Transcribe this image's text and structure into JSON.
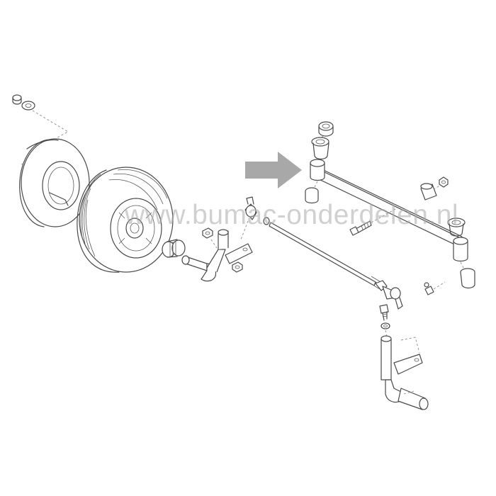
{
  "watermark": "www.bumac-onderdelen.nl",
  "colors": {
    "background": "#ffffff",
    "line": "#4a4a4a",
    "arrow": "#a8a8a8",
    "watermark": "#aaaaaa"
  },
  "callout": {
    "type": "arrow",
    "direction": "right",
    "icon": "right-arrow-icon"
  }
}
